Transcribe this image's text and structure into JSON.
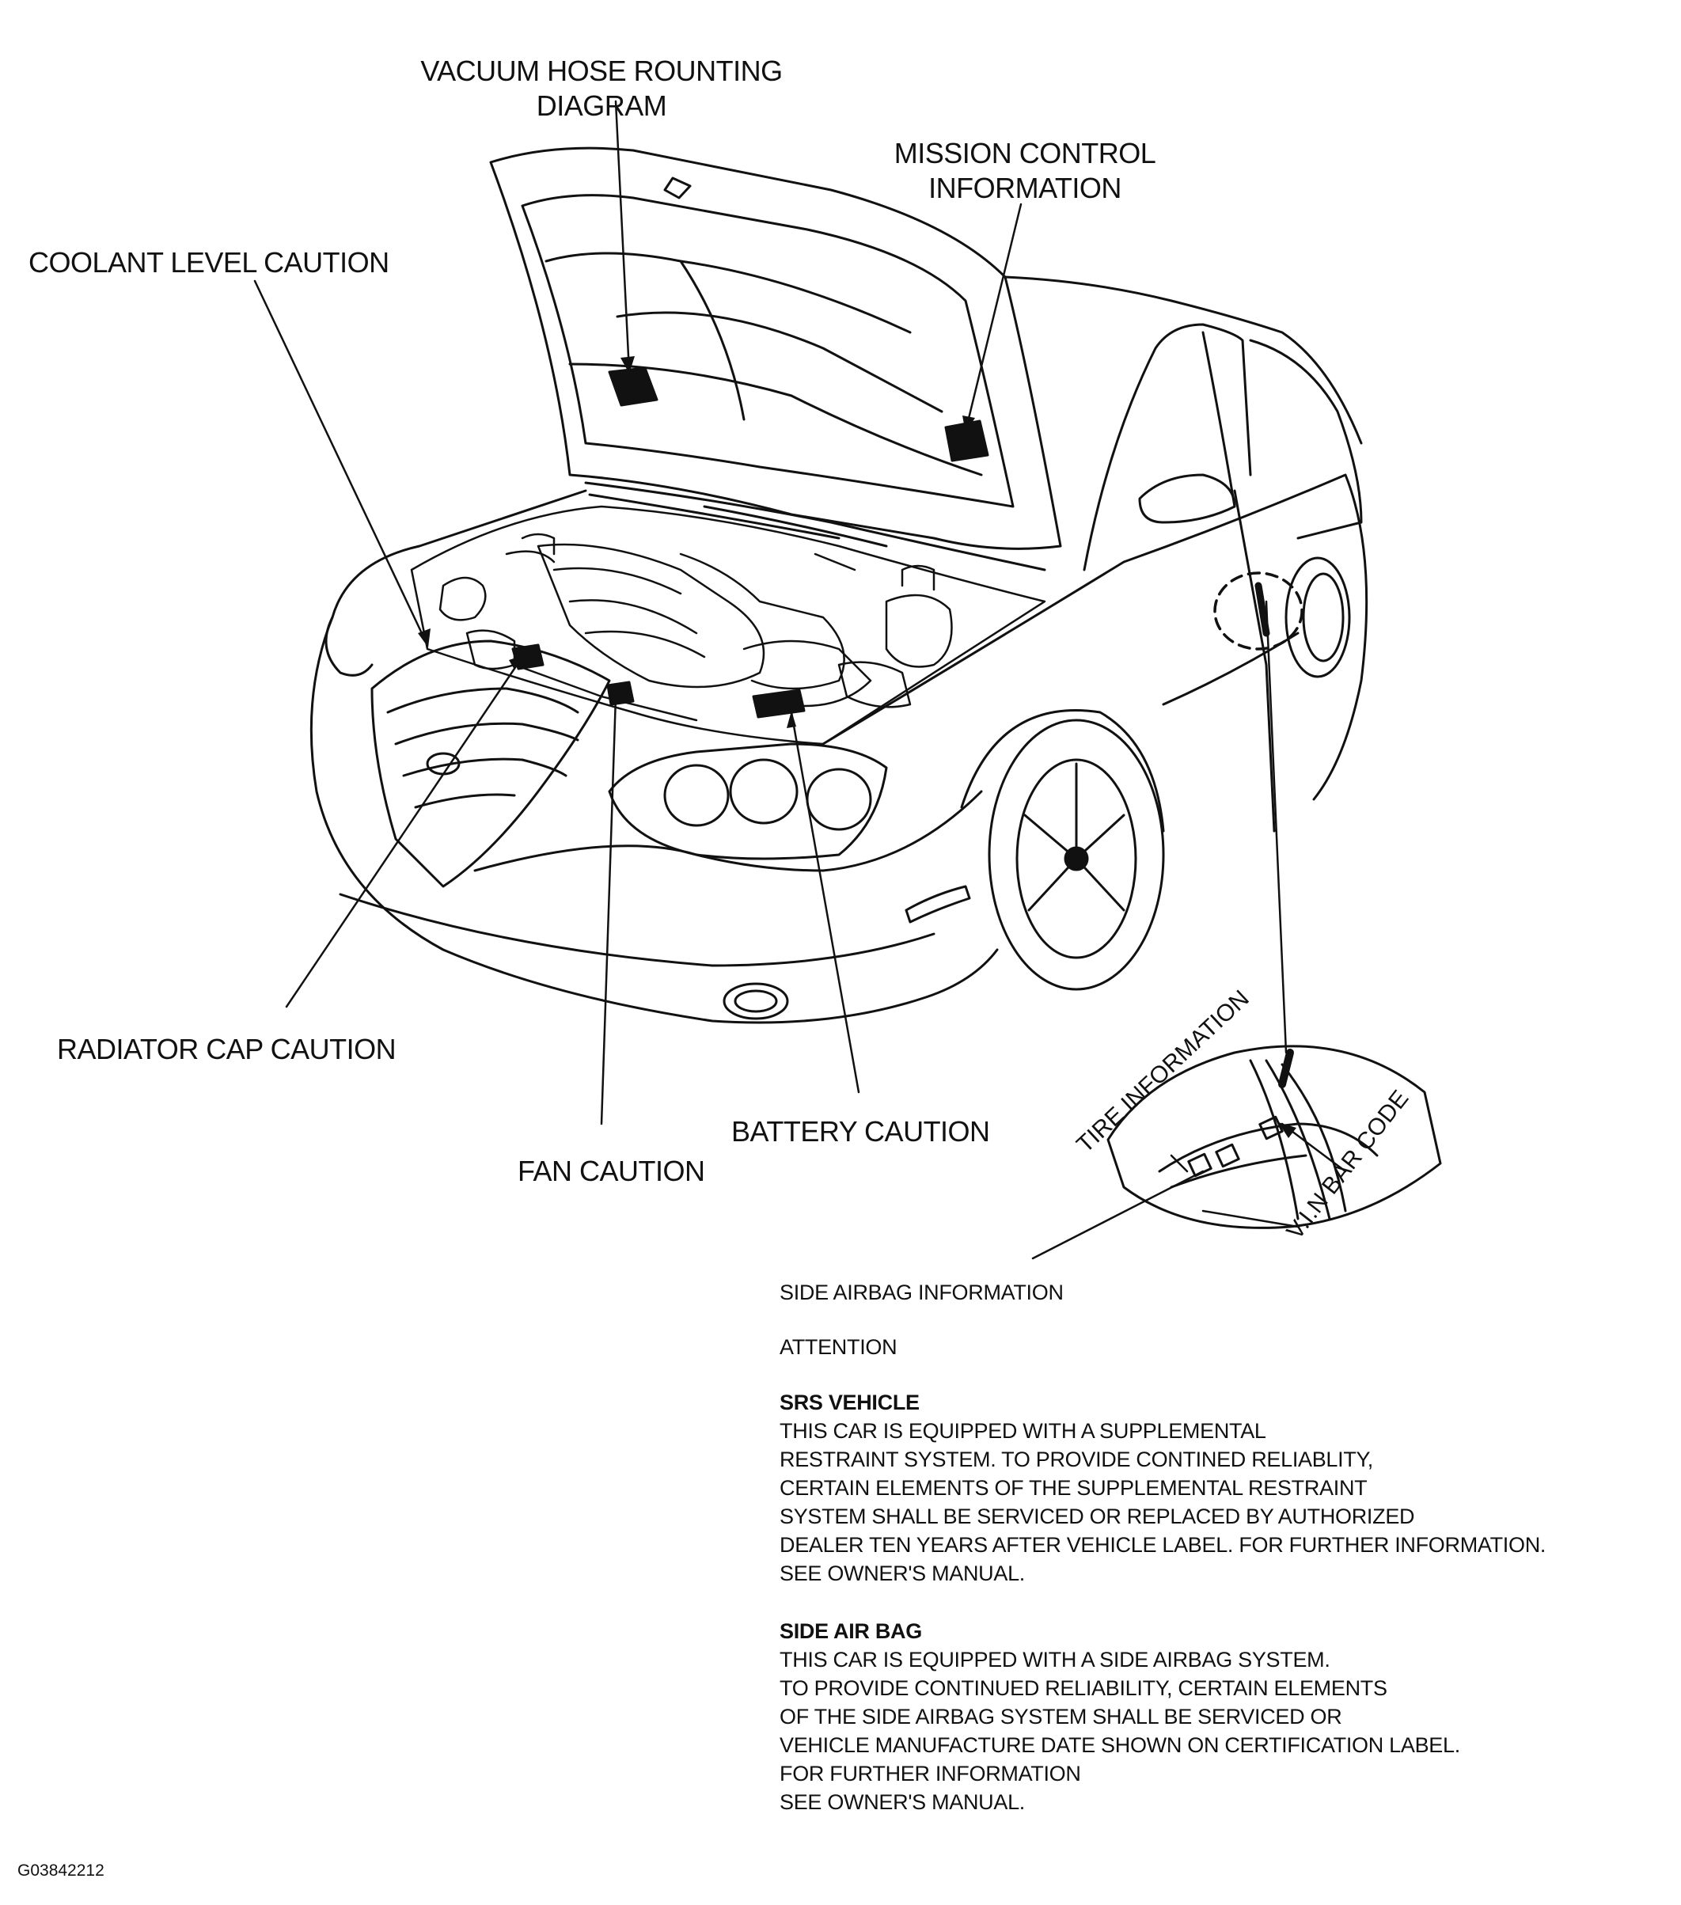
{
  "labels": {
    "vacuum_hose": [
      "VACUUM HOSE ROUNTING",
      "DIAGRAM"
    ],
    "mission_control": [
      "MISSION CONTROL",
      "INFORMATION"
    ],
    "coolant_level": "COOLANT LEVEL CAUTION",
    "radiator_cap": "RADIATOR CAP CAUTION",
    "fan": "FAN CAUTION",
    "battery": "BATTERY CAUTION",
    "tire_info": "TIRE INFORMATION",
    "vin_bar_code": "V.I.N BAR CODE"
  },
  "notice": {
    "heading": "SIDE AIRBAG INFORMATION",
    "attention": "ATTENTION",
    "srs_title": "SRS VEHICLE",
    "srs_lines": [
      "THIS CAR IS EQUIPPED WITH A SUPPLEMENTAL",
      "RESTRAINT SYSTEM. TO PROVIDE CONTINED RELIABLITY,",
      "CERTAIN ELEMENTS OF THE SUPPLEMENTAL RESTRAINT",
      "SYSTEM SHALL BE SERVICED OR REPLACED BY AUTHORIZED",
      "DEALER TEN YEARS AFTER VEHICLE LABEL. FOR FURTHER INFORMATION.",
      "SEE OWNER'S MANUAL."
    ],
    "side_title": "SIDE AIR BAG",
    "side_lines": [
      "THIS CAR IS EQUIPPED WITH A SIDE AIRBAG SYSTEM.",
      "TO PROVIDE CONTINUED RELIABILITY, CERTAIN ELEMENTS",
      "OF THE SIDE AIRBAG SYSTEM  SHALL BE SERVICED OR",
      "VEHICLE MANUFACTURE DATE SHOWN ON CERTIFICATION LABEL.",
      "FOR FURTHER INFORMATION",
      "SEE OWNER'S MANUAL."
    ]
  },
  "figure_id": "G03842212",
  "colors": {
    "ink": "#111111",
    "paper": "#ffffff"
  }
}
